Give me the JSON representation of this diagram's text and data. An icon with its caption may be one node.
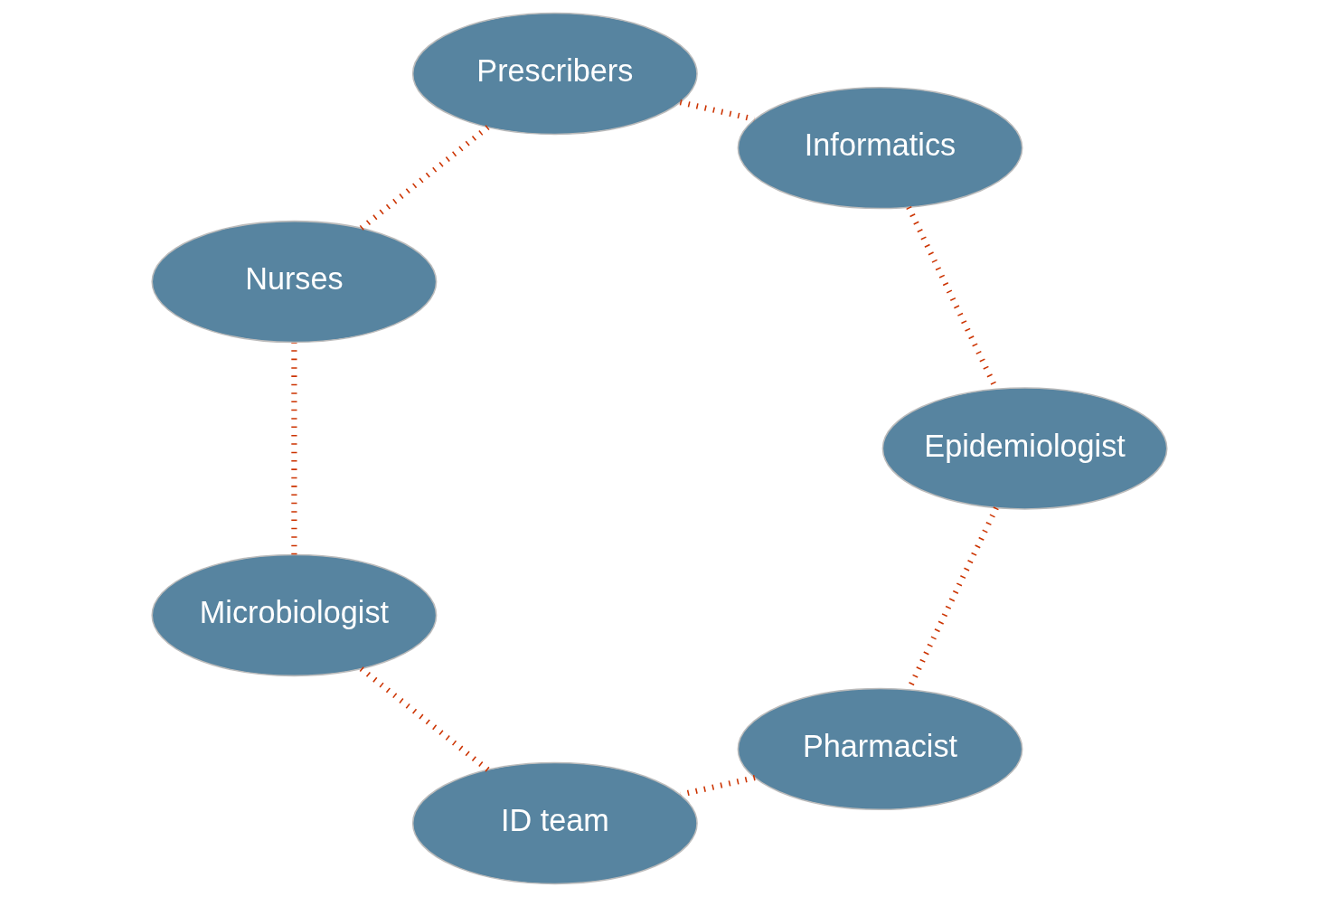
{
  "diagram": {
    "nodes": [
      {
        "text": [
          "Pharmacist"
        ]
      },
      {
        "text": [
          "ID team"
        ]
      },
      {
        "text": [
          "Epidemiologist"
        ]
      },
      {
        "text": [
          "Microbiologist"
        ]
      },
      {
        "text": [
          "Informatics"
        ]
      },
      {
        "text": [
          "Nurses"
        ]
      },
      {
        "text": [
          "Prescribers"
        ]
      }
    ],
    "edges": [
      {
        "from": 0,
        "to": 1,
        "arrow": "none"
      },
      {
        "from": 1,
        "to": 3,
        "arrow": "none"
      },
      {
        "from": 3,
        "to": 5,
        "arrow": "none"
      },
      {
        "from": 5,
        "to": 6,
        "arrow": "none"
      },
      {
        "from": 6,
        "to": 4,
        "arrow": "none"
      },
      {
        "from": 4,
        "to": 2,
        "arrow": "none"
      },
      {
        "from": 2,
        "to": 0,
        "arrow": "none"
      }
    ]
  }
}
